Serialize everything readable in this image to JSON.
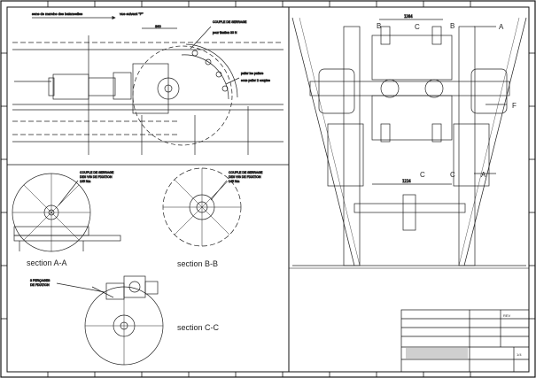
{
  "sections": {
    "aa": "section A-A",
    "bb": "section B-B",
    "cc": "section C-C"
  },
  "labels": {
    "top_direction": "sens de marche des balancelles",
    "top_view": "vue suivant \"F\"",
    "top_ann1": "COUPLE DE SERRAGE",
    "top_ann2": "pour fixation 30 N",
    "top_ann3": "palier les paliers",
    "top_ann4": "sous palier 2 couples",
    "dim_slot": "360",
    "aa_ann1": "COUPLE DE SERRAGE",
    "aa_ann2": "DES VIS DE FIXATION",
    "aa_ann3": "105 Nm",
    "bb_ann1": "COUPLE DE SERRAGE",
    "bb_ann2": "DES VIS DE FIXATION",
    "bb_ann3": "145 Nm",
    "cc_ann1": "3 PERÇAGES",
    "cc_ann2": "DE FIXATION",
    "right_A_top": "A",
    "right_A_bottom": "A",
    "right_B_left": "B",
    "right_B_right": "B",
    "right_C_left": "C",
    "right_C_right": "C",
    "right_C_bottom": "C",
    "right_F": "F",
    "right_dim_top": "1384",
    "right_dim_bottom": "1224",
    "tb_rev": "REV",
    "tb_scale": "1/4"
  },
  "colors": {
    "line": "#222222",
    "frame": "#111111"
  }
}
